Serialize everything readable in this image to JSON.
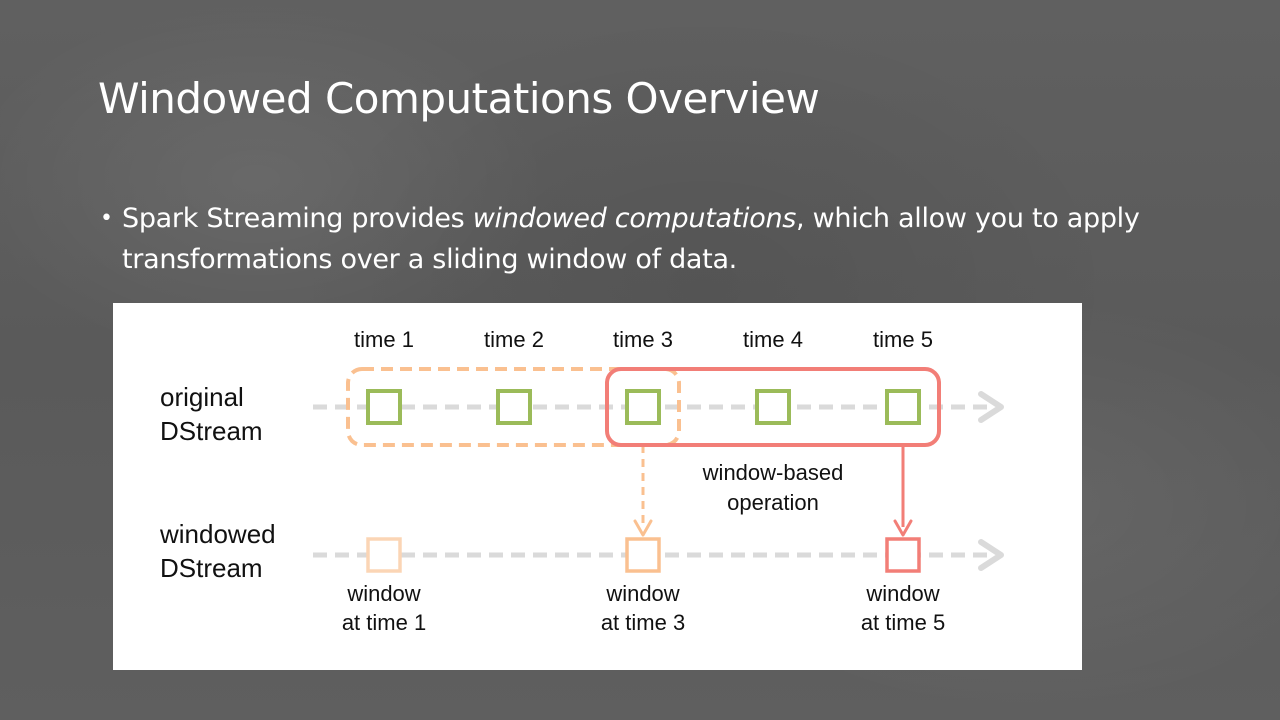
{
  "slide": {
    "title": "Windowed Computations Overview",
    "bullet": {
      "before": "Spark Streaming provides ",
      "emphasis": "windowed computations",
      "after": ", which allow you to apply transformations over a sliding window of data."
    }
  },
  "diagram": {
    "time_labels": [
      "time 1",
      "time 2",
      "time 3",
      "time 4",
      "time 5"
    ],
    "row_labels": {
      "original": [
        "original",
        "DStream"
      ],
      "windowed": [
        "windowed",
        "DStream"
      ]
    },
    "operation_label": [
      "window-based",
      "operation"
    ],
    "window_labels": [
      {
        "time_index": 0,
        "lines": [
          "window",
          "at time 1"
        ]
      },
      {
        "time_index": 2,
        "lines": [
          "window",
          "at time 3"
        ]
      },
      {
        "time_index": 4,
        "lines": [
          "window",
          "at time 5"
        ]
      }
    ],
    "windows": [
      {
        "start_index": 0,
        "end_index": 2,
        "style": "dashed",
        "output_index": 2
      },
      {
        "start_index": 2,
        "end_index": 4,
        "style": "solid",
        "output_index": 4
      }
    ],
    "colors": {
      "timeline": "#dadada",
      "batch": "#9bbb59",
      "window_dashed": "#fac090",
      "window_solid": "#f27e77",
      "window_output_first": "#fbd5b5",
      "text": "#111111"
    }
  }
}
